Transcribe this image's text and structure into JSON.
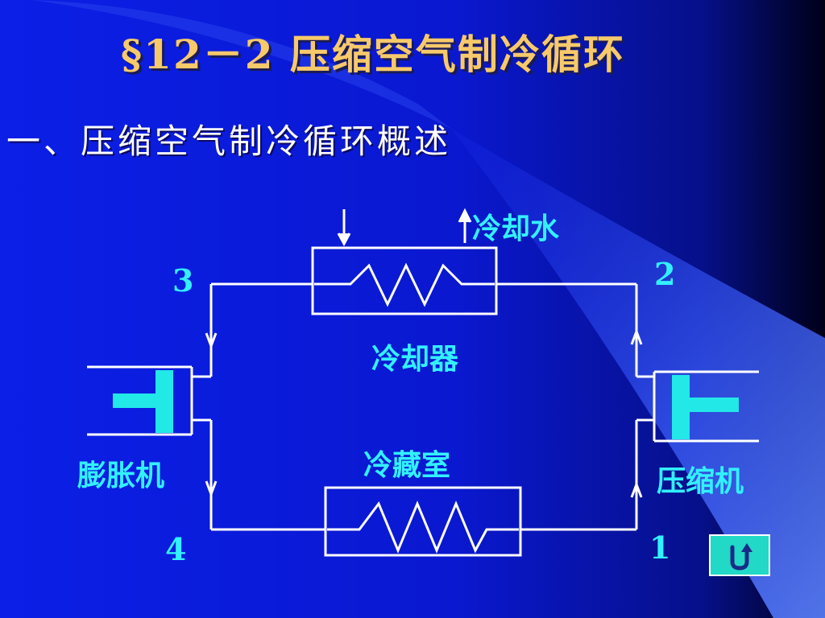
{
  "slide": {
    "title": "§12－2 压缩空气制冷循环",
    "subtitle": "一、压缩空气制冷循环概述"
  },
  "diagram": {
    "labels": {
      "cooling_water": "冷却水",
      "cooler": "冷却器",
      "cold_storage": "冷藏室",
      "expander": "膨胀机",
      "compressor": "压缩机"
    },
    "states": {
      "s1": "1",
      "s2": "2",
      "s3": "3",
      "s4": "4"
    }
  },
  "colors": {
    "background": "#0a1ad8",
    "title": "#f7c96a",
    "label": "#33f0ff",
    "line": "#ffffff",
    "piston": "#22e8e8"
  },
  "nav": {
    "return_icon": "return-u-turn-icon"
  }
}
